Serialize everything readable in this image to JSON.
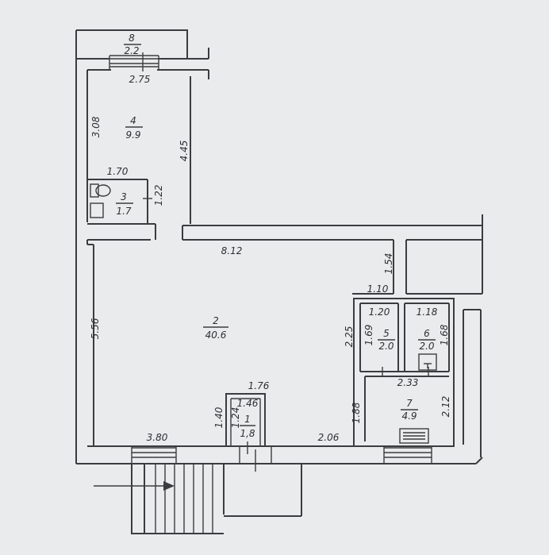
{
  "rooms": {
    "r1": {
      "number": "1",
      "area": "1,8"
    },
    "r2": {
      "number": "2",
      "area": "40.6"
    },
    "r3": {
      "number": "3",
      "area": "1.7"
    },
    "r4": {
      "number": "4",
      "area": "9.9"
    },
    "r5": {
      "number": "5",
      "area": "2.0"
    },
    "r6": {
      "number": "6",
      "area": "2.0"
    },
    "r7": {
      "number": "7",
      "area": "4.9"
    },
    "r8": {
      "number": "8",
      "area": "2.2"
    }
  },
  "dimensions": {
    "d_2_75": "2.75",
    "d_3_08": "3.08",
    "d_4_45": "4.45",
    "d_1_70": "1.70",
    "d_1_22": "1.22",
    "d_8_12": "8.12",
    "d_1_54": "1.54",
    "d_1_10": "1.10",
    "d_1_20": "1.20",
    "d_1_18": "1.18",
    "d_2_25": "2.25",
    "d_1_69": "1.69",
    "d_1_68": "1.68",
    "d_5_56": "5.56",
    "d_2_33": "2.33",
    "d_1_76": "1.76",
    "d_1_46": "1.46",
    "d_1_40": "1.40",
    "d_1_24": "1.24",
    "d_1_88": "1.88",
    "d_2_12": "2.12",
    "d_3_80": "3.80",
    "d_2_06": "2.06"
  }
}
